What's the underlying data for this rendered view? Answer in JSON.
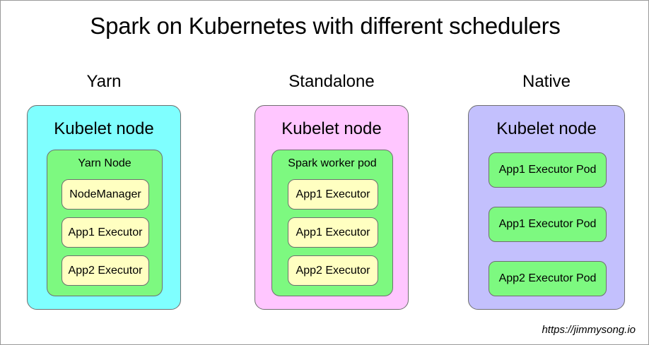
{
  "diagram": {
    "title": "Spark on Kubernetes with different schedulers",
    "watermark": "https://jimmysong.io",
    "palette": {
      "background": "#ffffff",
      "border": "#6f6f6f",
      "cyan": "#7fffff",
      "pink": "#ffc6ff",
      "lavender": "#c3c0fd",
      "green": "#7df980",
      "yellow": "#ffffc1",
      "text": "#000000"
    },
    "columns": [
      {
        "header": "Yarn",
        "outer_label": "Kubelet node",
        "outer_color": "#7fffff",
        "inner_label": "Yarn Node",
        "inner_color": "#7df980",
        "leaves": [
          {
            "label": "NodeManager",
            "color": "#ffffc1"
          },
          {
            "label": "App1 Executor",
            "color": "#ffffc1"
          },
          {
            "label": "App2 Executor",
            "color": "#ffffc1"
          }
        ]
      },
      {
        "header": "Standalone",
        "outer_label": "Kubelet node",
        "outer_color": "#ffc6ff",
        "inner_label": "Spark worker pod",
        "inner_color": "#7df980",
        "leaves": [
          {
            "label": "App1 Executor",
            "color": "#ffffc1"
          },
          {
            "label": "App1 Executor",
            "color": "#ffffc1"
          },
          {
            "label": "App2 Executor",
            "color": "#ffffc1"
          }
        ]
      },
      {
        "header": "Native",
        "outer_label": "Kubelet node",
        "outer_color": "#c3c0fd",
        "inner_label": null,
        "inner_color": null,
        "leaves": [
          {
            "label": "App1 Executor Pod",
            "color": "#7df980"
          },
          {
            "label": "App1 Executor Pod",
            "color": "#7df980"
          },
          {
            "label": "App2 Executor Pod",
            "color": "#7df980"
          }
        ]
      }
    ]
  }
}
